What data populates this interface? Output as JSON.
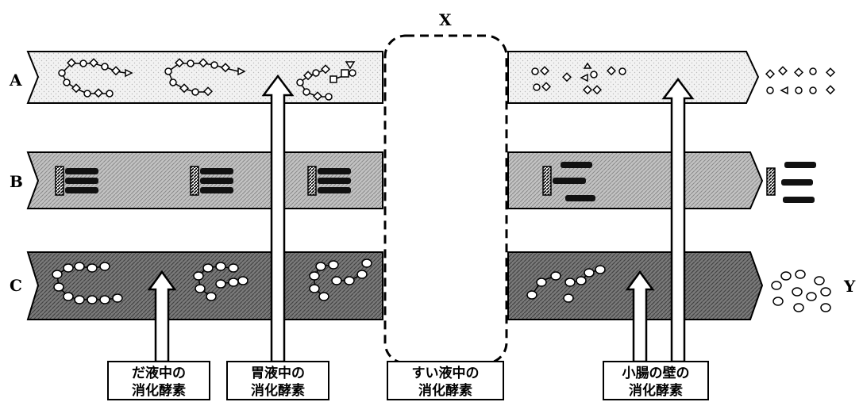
{
  "rows": [
    {
      "label": "A"
    },
    {
      "label": "B"
    },
    {
      "label": "C"
    }
  ],
  "markers": {
    "x": "X",
    "y": "Y"
  },
  "enzymes": [
    {
      "line1": "だ液中の",
      "line2": "消化酵素"
    },
    {
      "line1": "胃液中の",
      "line2": "消化酵素"
    },
    {
      "line1": "すい液中の",
      "line2": "消化酵素"
    },
    {
      "line1": "小腸の壁の",
      "line2": "消化酵素"
    }
  ],
  "colors": {
    "band_a": "#f3f3f3",
    "band_b": "#b8b8b8",
    "band_c": "#6e6e6e",
    "outline": "#000000"
  }
}
